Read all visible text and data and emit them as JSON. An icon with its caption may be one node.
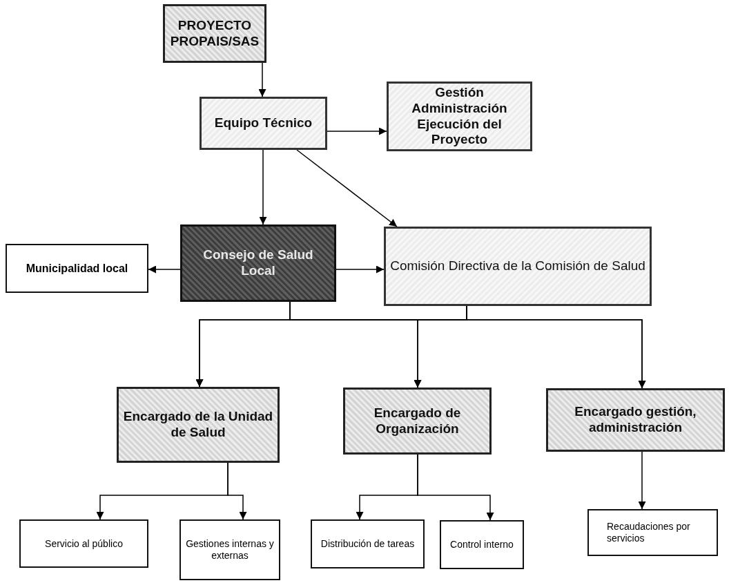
{
  "diagram": {
    "nodes": [
      {
        "text": [
          "PROYECTO PROPAIS/SAS"
        ]
      },
      {
        "text": [
          "Equipo Técnico"
        ]
      },
      {
        "text": [
          "Gestión Administración Ejecución del Proyecto"
        ]
      },
      {
        "text": [
          "Municipalidad local"
        ]
      },
      {
        "text": [
          "Consejo de Salud Local"
        ]
      },
      {
        "text": [
          "Comisión Directiva de la Comisión de Salud"
        ]
      },
      {
        "text": [
          "Encargado de la Unidad de Salud"
        ]
      },
      {
        "text": [
          "Encargado de Organización"
        ]
      },
      {
        "text": [
          "Encargado gestión, administración"
        ]
      },
      {
        "text": [
          "Servicio al público"
        ]
      },
      {
        "text": [
          "Gestiones internas y externas"
        ]
      },
      {
        "text": [
          "Distribución de tareas"
        ]
      },
      {
        "text": [
          "Control interno"
        ]
      },
      {
        "text": [
          "Recaudaciones por servicios"
        ]
      }
    ],
    "edges": [
      {
        "from": 0,
        "to": 1,
        "arrow": "to"
      },
      {
        "from": 1,
        "to": 2,
        "arrow": "to"
      },
      {
        "from": 1,
        "to": 4,
        "arrow": "to"
      },
      {
        "from": 1,
        "to": 5,
        "arrow": "to"
      },
      {
        "from": 4,
        "to": 3,
        "arrow": "to"
      },
      {
        "from": 4,
        "to": 5,
        "arrow": "to"
      },
      {
        "from": 4,
        "to": 6,
        "arrow": "to"
      },
      {
        "from": 4,
        "to": 7,
        "arrow": "to"
      },
      {
        "from": 4,
        "to": 8,
        "arrow": "to"
      },
      {
        "from": 5,
        "to": 6,
        "arrow": "to"
      },
      {
        "from": 5,
        "to": 7,
        "arrow": "to"
      },
      {
        "from": 5,
        "to": 8,
        "arrow": "to"
      },
      {
        "from": 6,
        "to": 9,
        "arrow": "to"
      },
      {
        "from": 6,
        "to": 10,
        "arrow": "to"
      },
      {
        "from": 7,
        "to": 11,
        "arrow": "to"
      },
      {
        "from": 7,
        "to": 12,
        "arrow": "to"
      },
      {
        "from": 8,
        "to": 13,
        "arrow": "to"
      }
    ]
  }
}
